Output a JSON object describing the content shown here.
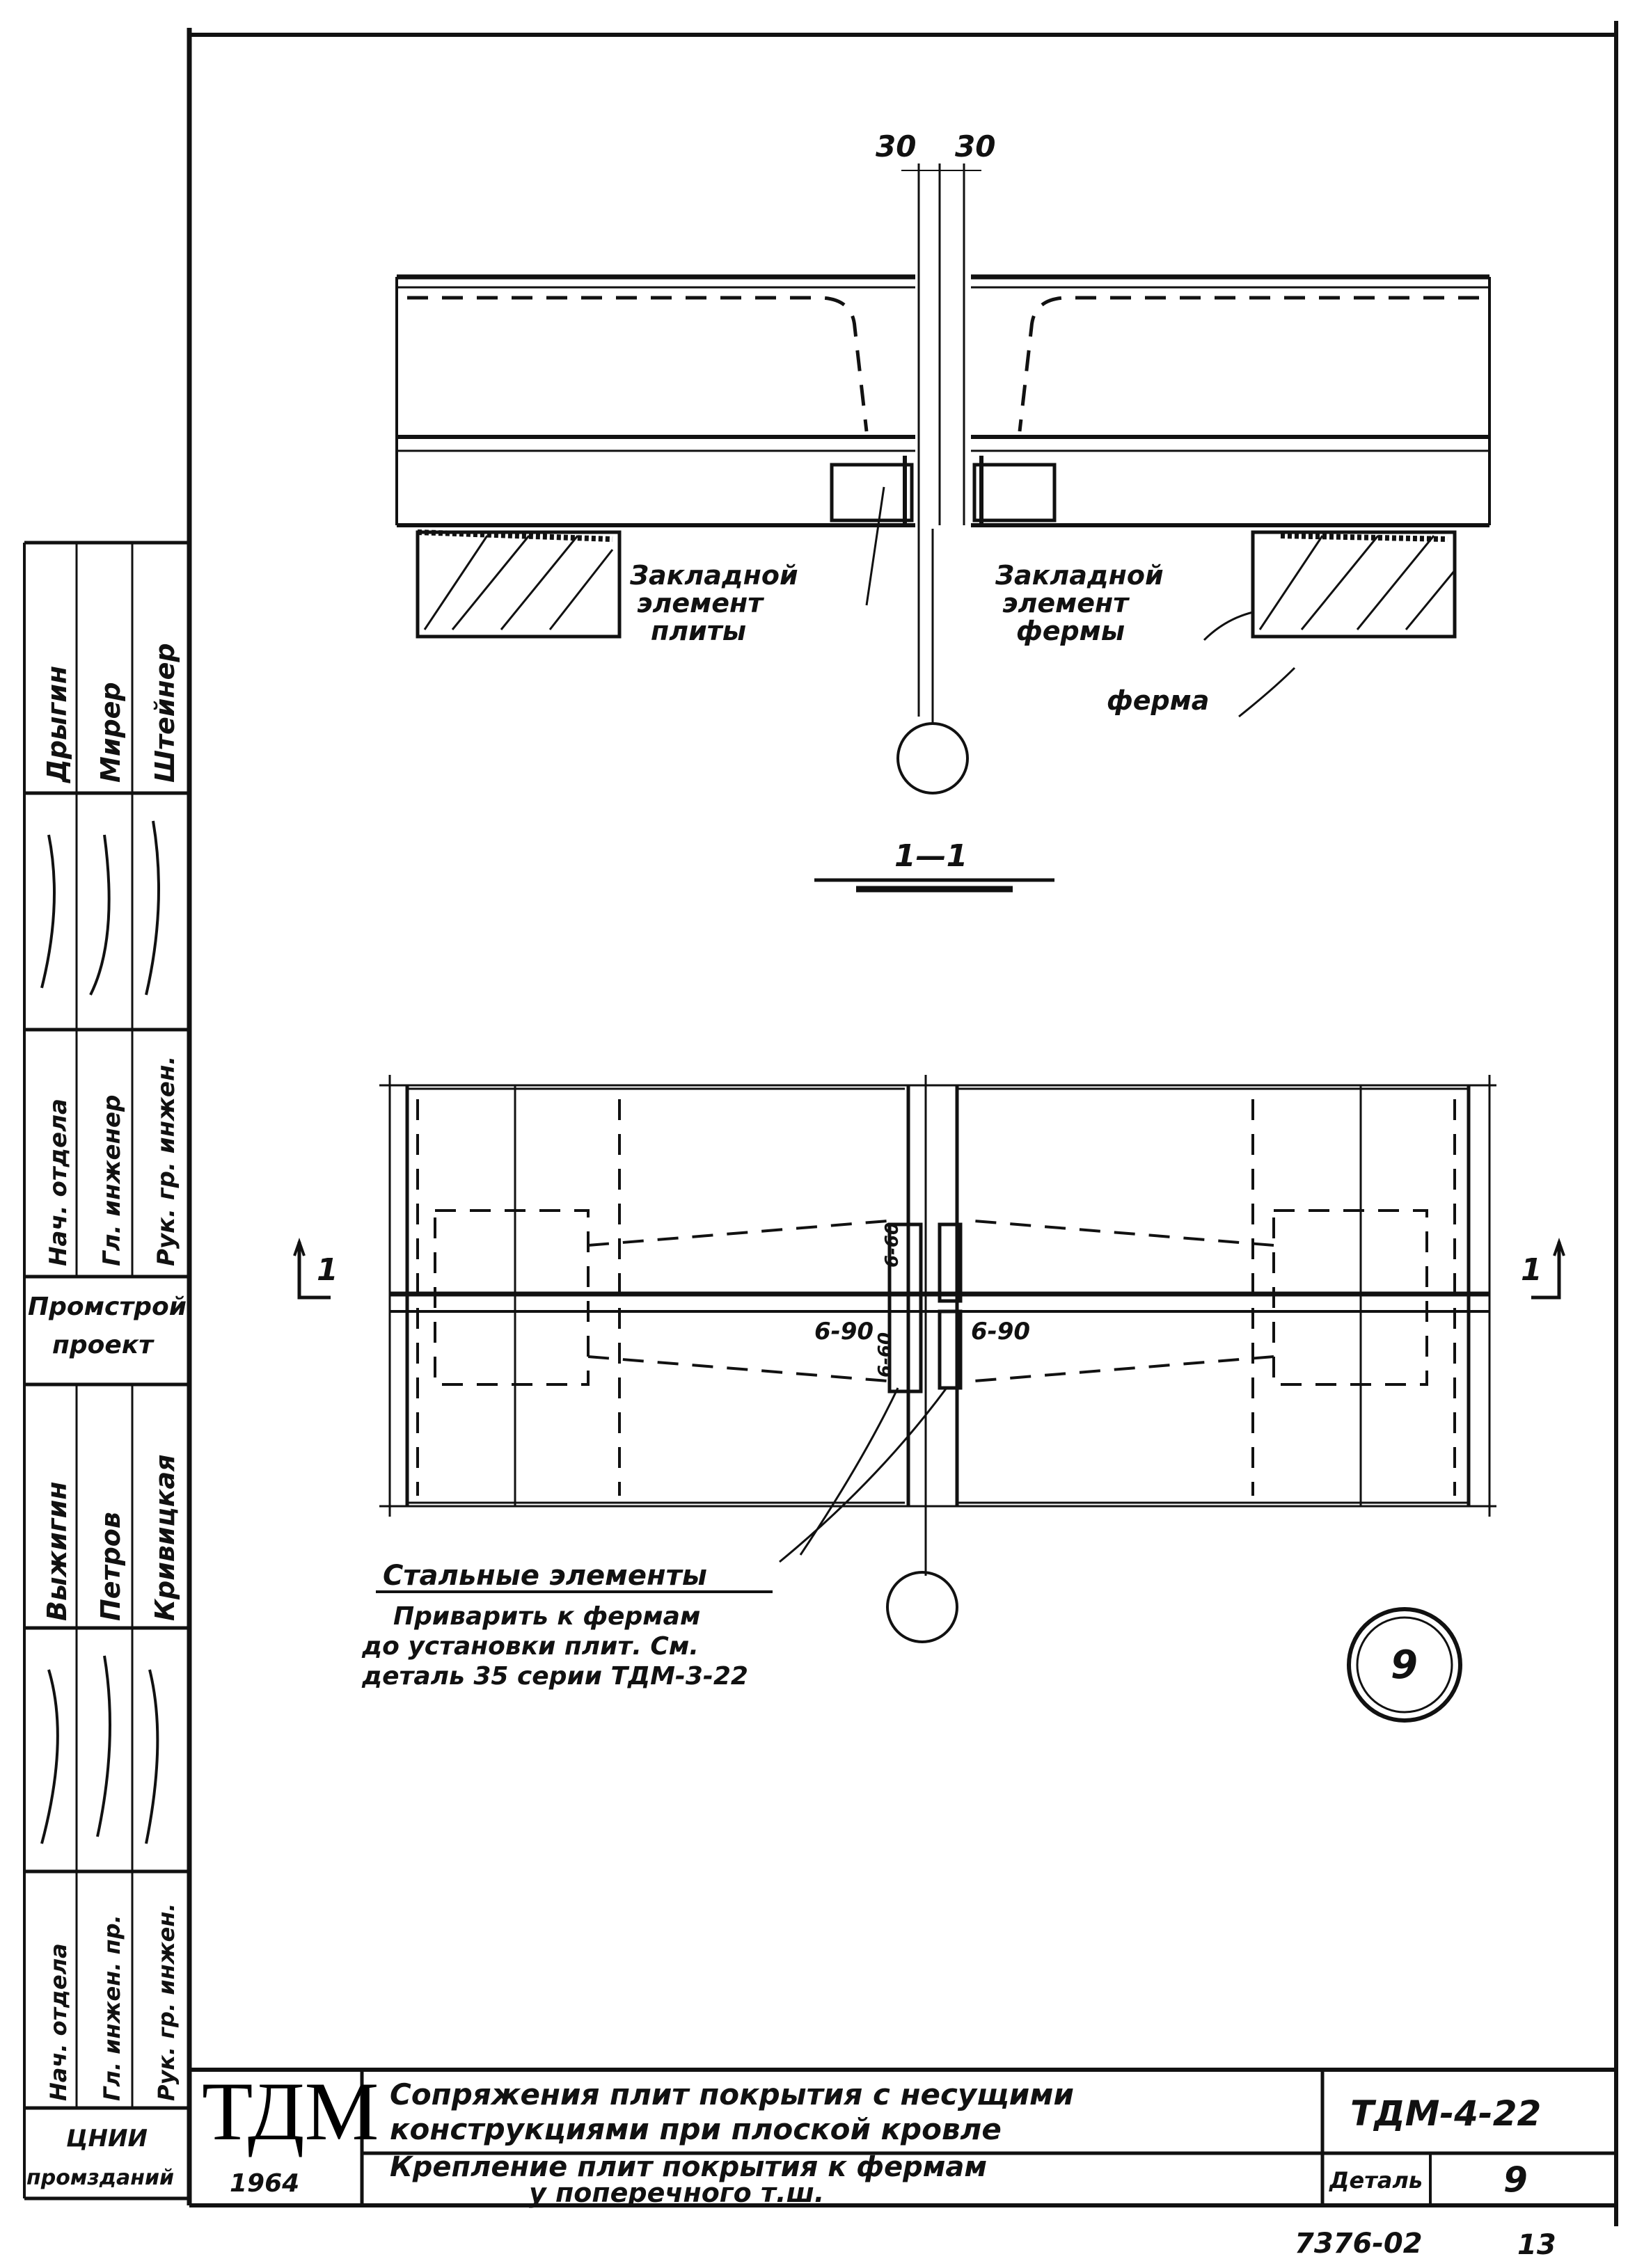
{
  "section": {
    "dim_left": "30",
    "dim_right": "30",
    "label_left": [
      "Закладной",
      "элемент",
      "плиты"
    ],
    "label_right": [
      "Закладной",
      "элемент",
      "фермы"
    ],
    "label_truss": "ферма",
    "title": "1—1"
  },
  "plan": {
    "cut_mark_left": "1",
    "cut_mark_right": "1",
    "weld_left": "6-90",
    "weld_right": "6-90",
    "weld_vert_top": "6-60",
    "weld_vert_bottom": "6-60",
    "note_title": "Стальные элементы",
    "note_lines": [
      "Приварить к фермам",
      "до установки плит. См.",
      "деталь 35 серии ТДМ-3-22"
    ],
    "detail_number": "9"
  },
  "side_stamp": {
    "block1": [
      "Дрыгин",
      "Мирер",
      "Штейнер"
    ],
    "block2": [
      "Нач. отдела",
      "Гл. инженер",
      "Рук. гр. инжен."
    ],
    "org": [
      "Промстрой",
      "проект"
    ],
    "block3": [
      "Выжигин",
      "Петров",
      "Кривицкая"
    ],
    "block4": [
      "Нач. отдела",
      "Гл. инжен. пр.",
      "Рук. гр. инжен."
    ],
    "org2": [
      "ЦНИИ",
      "промзданий"
    ]
  },
  "title_block": {
    "logo": "ТДМ",
    "year": "1964",
    "title_line1": "Сопряжения плит покрытия с несущими",
    "title_line2": "конструкциями при плоской кровле",
    "subtitle_line1": "Крепление плит покрытия к фермам",
    "subtitle_line2": "у поперечного т.ш.",
    "series": "ТДМ-4-22",
    "detail_label": "Деталь",
    "detail_value": "9"
  },
  "footer": {
    "code": "7376-02",
    "page": "13"
  }
}
